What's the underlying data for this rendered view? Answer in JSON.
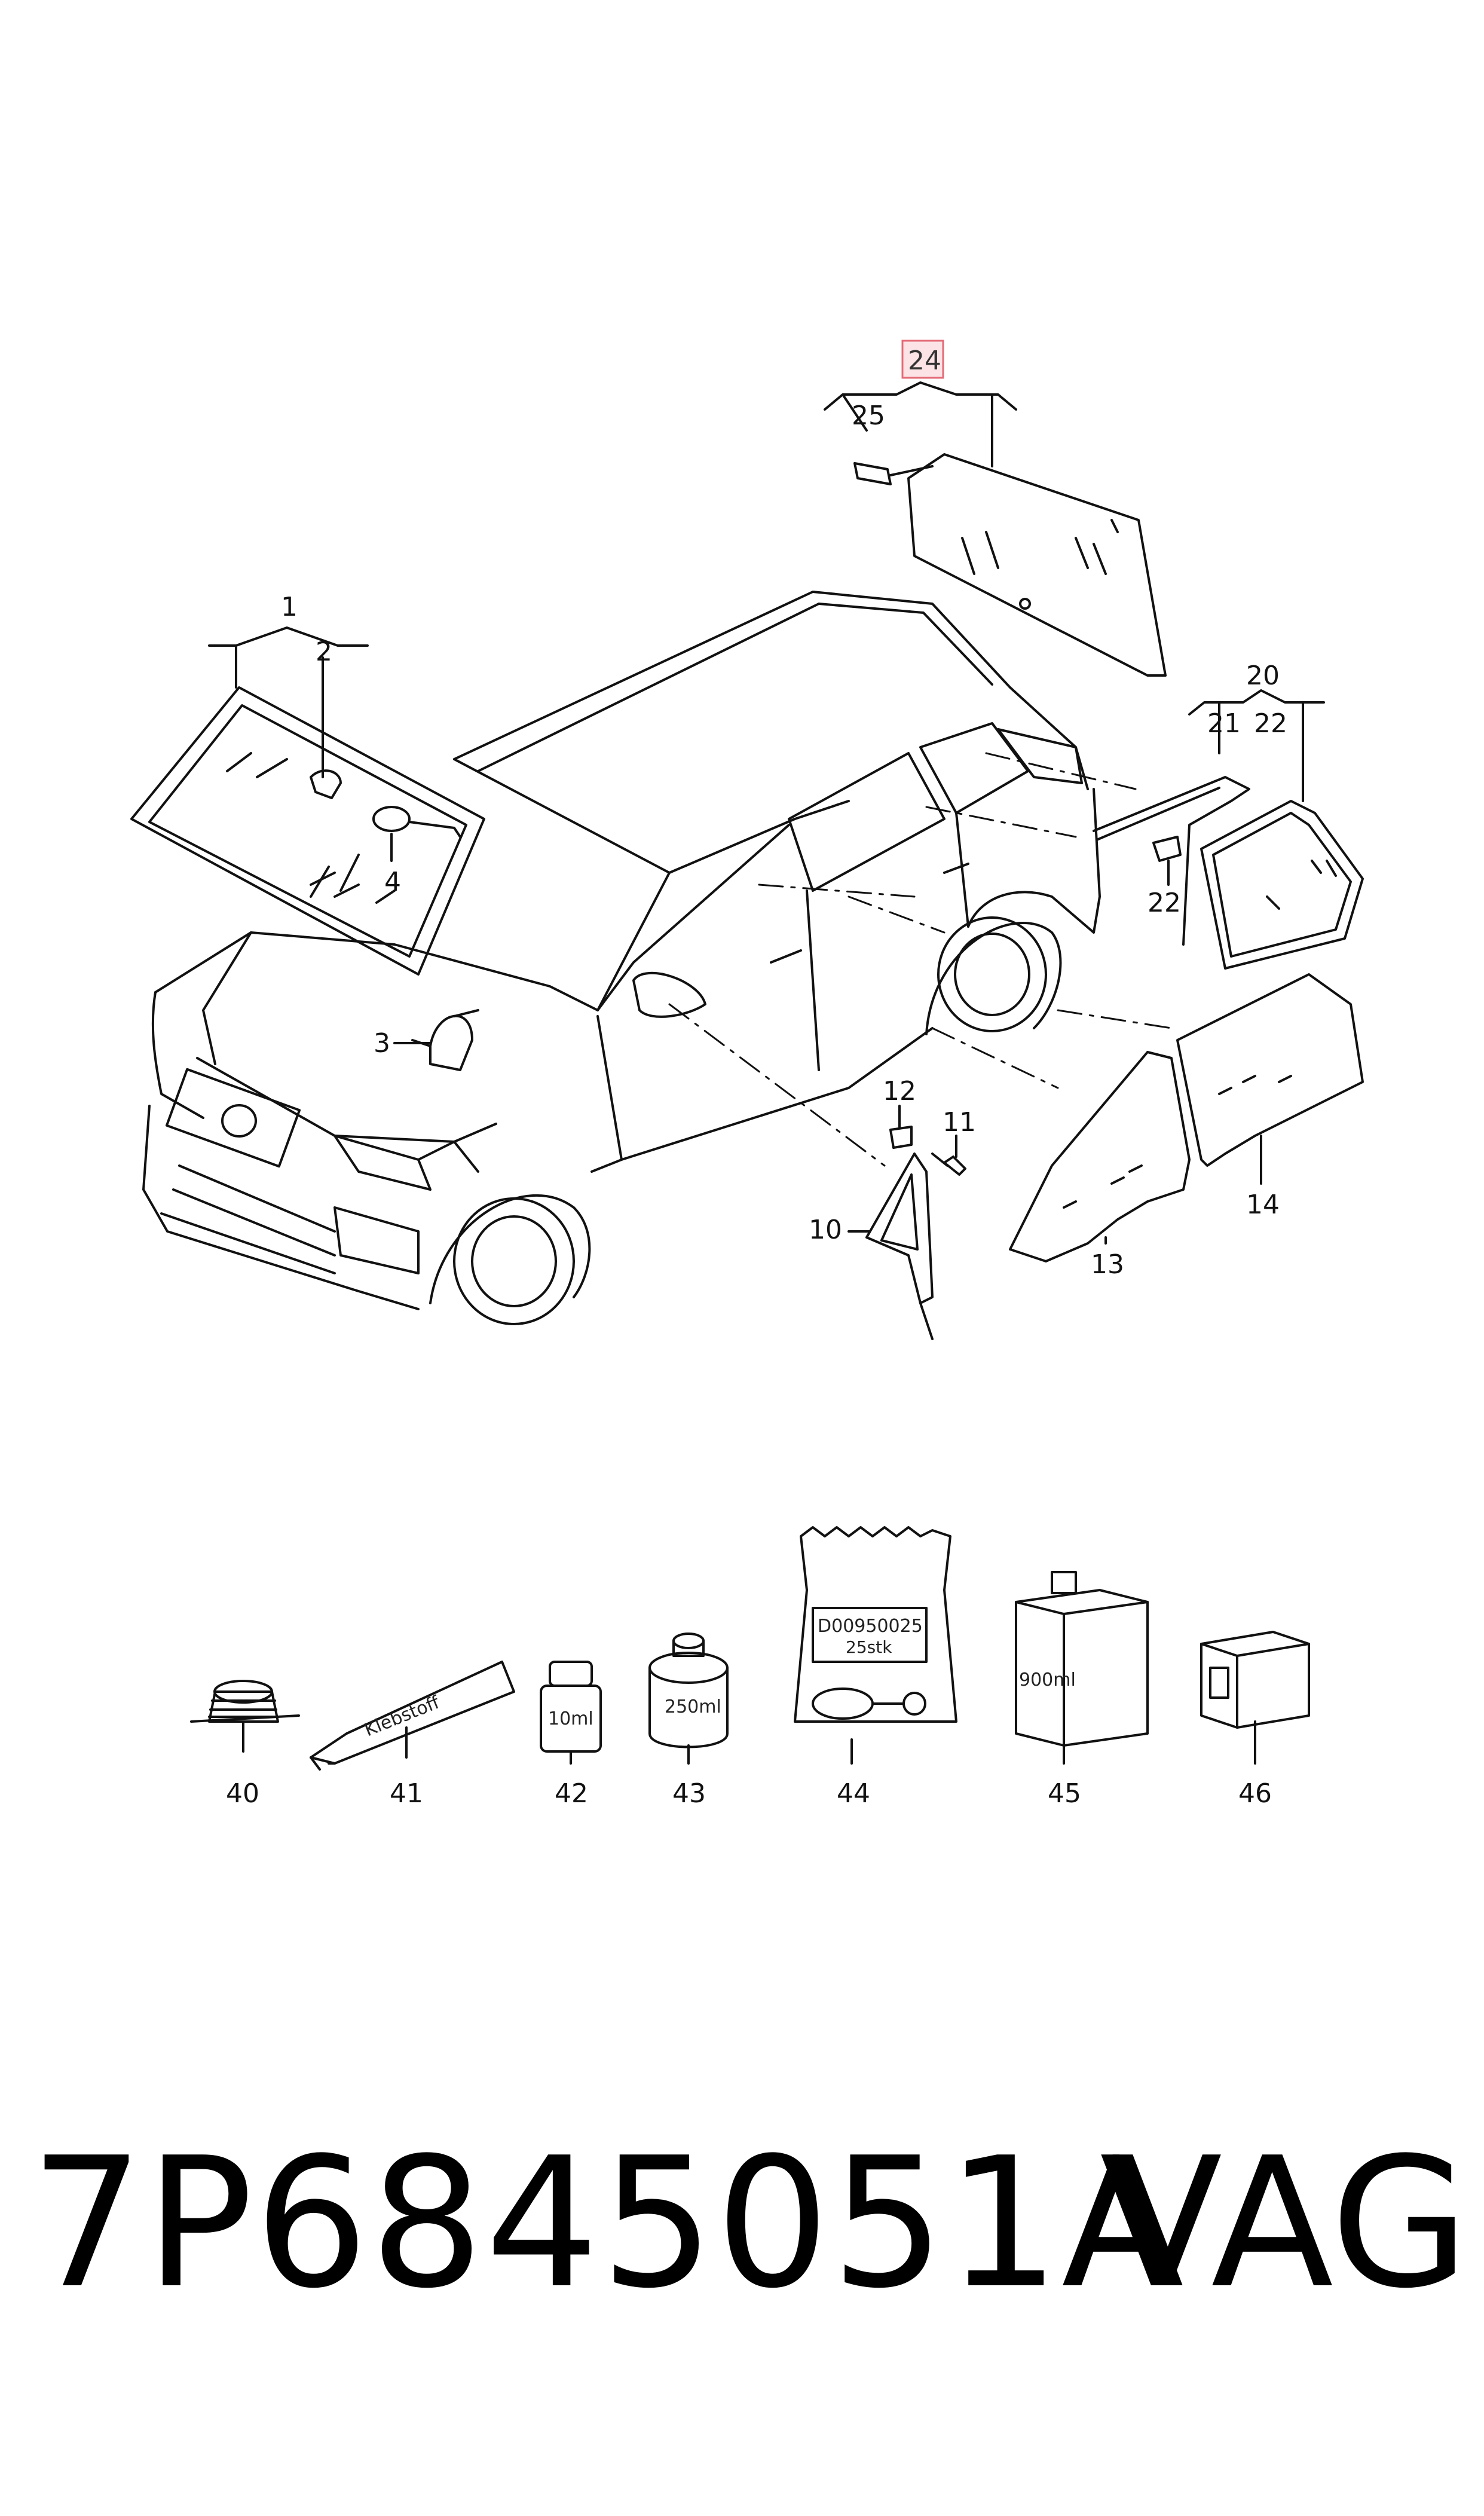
{
  "diagram": {
    "highlight_color": "#e46a76",
    "callouts": {
      "c1": "1",
      "c2": "2",
      "c3": "3",
      "c4": "4",
      "c10": "10",
      "c11": "11",
      "c12": "12",
      "c13": "13",
      "c14": "14",
      "c20": "20",
      "c21": "21",
      "c22a": "22",
      "c22b": "22",
      "c24": "24",
      "c25": "25",
      "c40": "40",
      "c41": "41",
      "c42": "42",
      "c43": "43",
      "c44": "44",
      "c45": "45",
      "c46": "46"
    },
    "package_texts": {
      "tube": "Klebstoff",
      "bottle_10": "10ml",
      "can_250": "250ml",
      "bag_code": "D00950025",
      "bag_qty": "25stk",
      "box_900": "900ml"
    }
  },
  "footer": {
    "part_number": "7P6845051A",
    "brand": "VAG"
  }
}
